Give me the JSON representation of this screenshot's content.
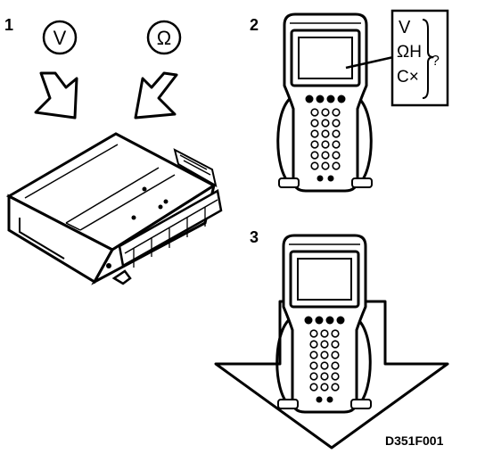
{
  "steps": {
    "step1": {
      "number": "1",
      "symbol_left": "V",
      "symbol_right": "Ω"
    },
    "step2": {
      "number": "2",
      "readout_lines": [
        "V",
        "ΩH",
        "C×",
        "?"
      ]
    },
    "step3": {
      "number": "3"
    }
  },
  "figure_code": "D351F001",
  "icons": {
    "ecu": "control-module-icon",
    "tester": "handheld-scan-tool-icon",
    "arrow": "down-arrow-icon"
  },
  "colors": {
    "ink": "#000000",
    "paper": "#ffffff"
  }
}
